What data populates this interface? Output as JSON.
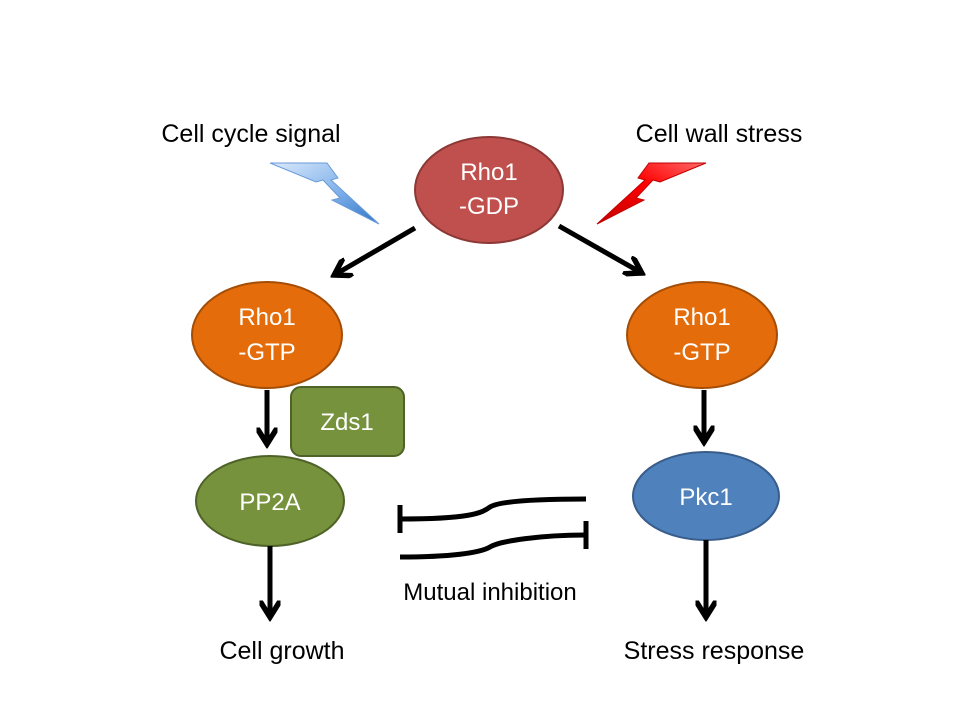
{
  "signals": {
    "left_label": "Cell cycle signal",
    "right_label": "Cell wall stress"
  },
  "nodes": {
    "rho1_gdp": {
      "line1": "Rho1",
      "line2": "-GDP"
    },
    "rho1_gtp_left": {
      "line1": "Rho1",
      "line2": "-GTP"
    },
    "rho1_gtp_right": {
      "line1": "Rho1",
      "line2": "-GTP"
    },
    "zds1": {
      "label": "Zds1"
    },
    "pp2a": {
      "label": "PP2A"
    },
    "pkc1": {
      "label": "Pkc1"
    }
  },
  "outputs": {
    "left": "Cell growth",
    "right": "Stress response"
  },
  "inhibition": {
    "label": "Mutual inhibition"
  },
  "colors": {
    "rho1_gdp": "#c0504d",
    "rho1_gtp": "#e46c0a",
    "pp2a_zds1": "#76923c",
    "pkc1": "#4f81bd",
    "bolt_left": "#6fa8dc",
    "bolt_right": "#ff0000",
    "arrow": "#000000",
    "text_dark": "#000000",
    "text_light": "#ffffff"
  }
}
